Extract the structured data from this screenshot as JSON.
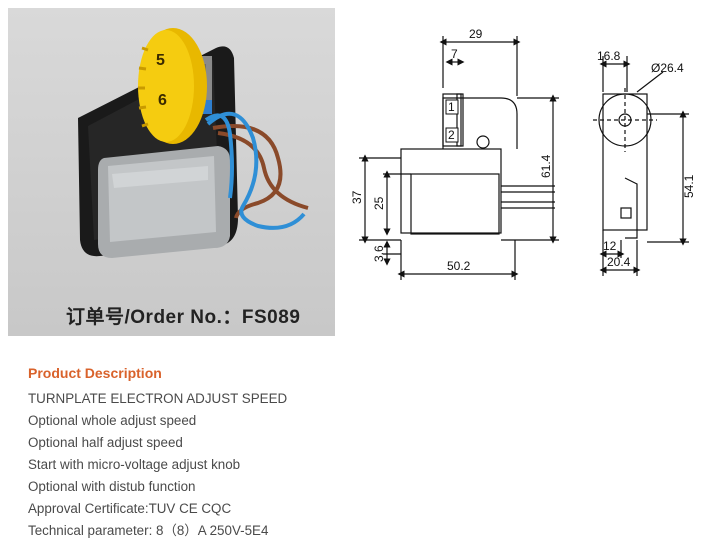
{
  "photo": {
    "order_label": "订单号/Order No.：FS089",
    "dial_numbers": [
      "5",
      "6"
    ]
  },
  "drawing": {
    "dims": {
      "d29": "29",
      "d7": "7",
      "d16_8": "16.8",
      "d26_4": "Ø26.4",
      "d61_4": "61.4",
      "d54_1": "54.1",
      "d37": "37",
      "d25": "25",
      "d3_6": "3.6",
      "d50_2": "50.2",
      "d12": "12",
      "d20_4": "20.4"
    },
    "terminal_1": "1",
    "terminal_2": "2"
  },
  "description": {
    "title": "Product Description",
    "lines": [
      "TURNPLATE ELECTRON ADJUST SPEED",
      "Optional whole adjust speed",
      "Optional half adjust speed",
      "Start with micro-voltage adjust knob",
      "Optional with distub function",
      "Approval Certificate:TUV CE CQC",
      "Technical parameter: 8（8）A 250V-5E4"
    ]
  },
  "colors": {
    "title_accent": "#d9622b",
    "dial_yellow": "#f2c400",
    "wire_blue": "#2f8fd6",
    "wire_brown": "#8a4a2a"
  }
}
